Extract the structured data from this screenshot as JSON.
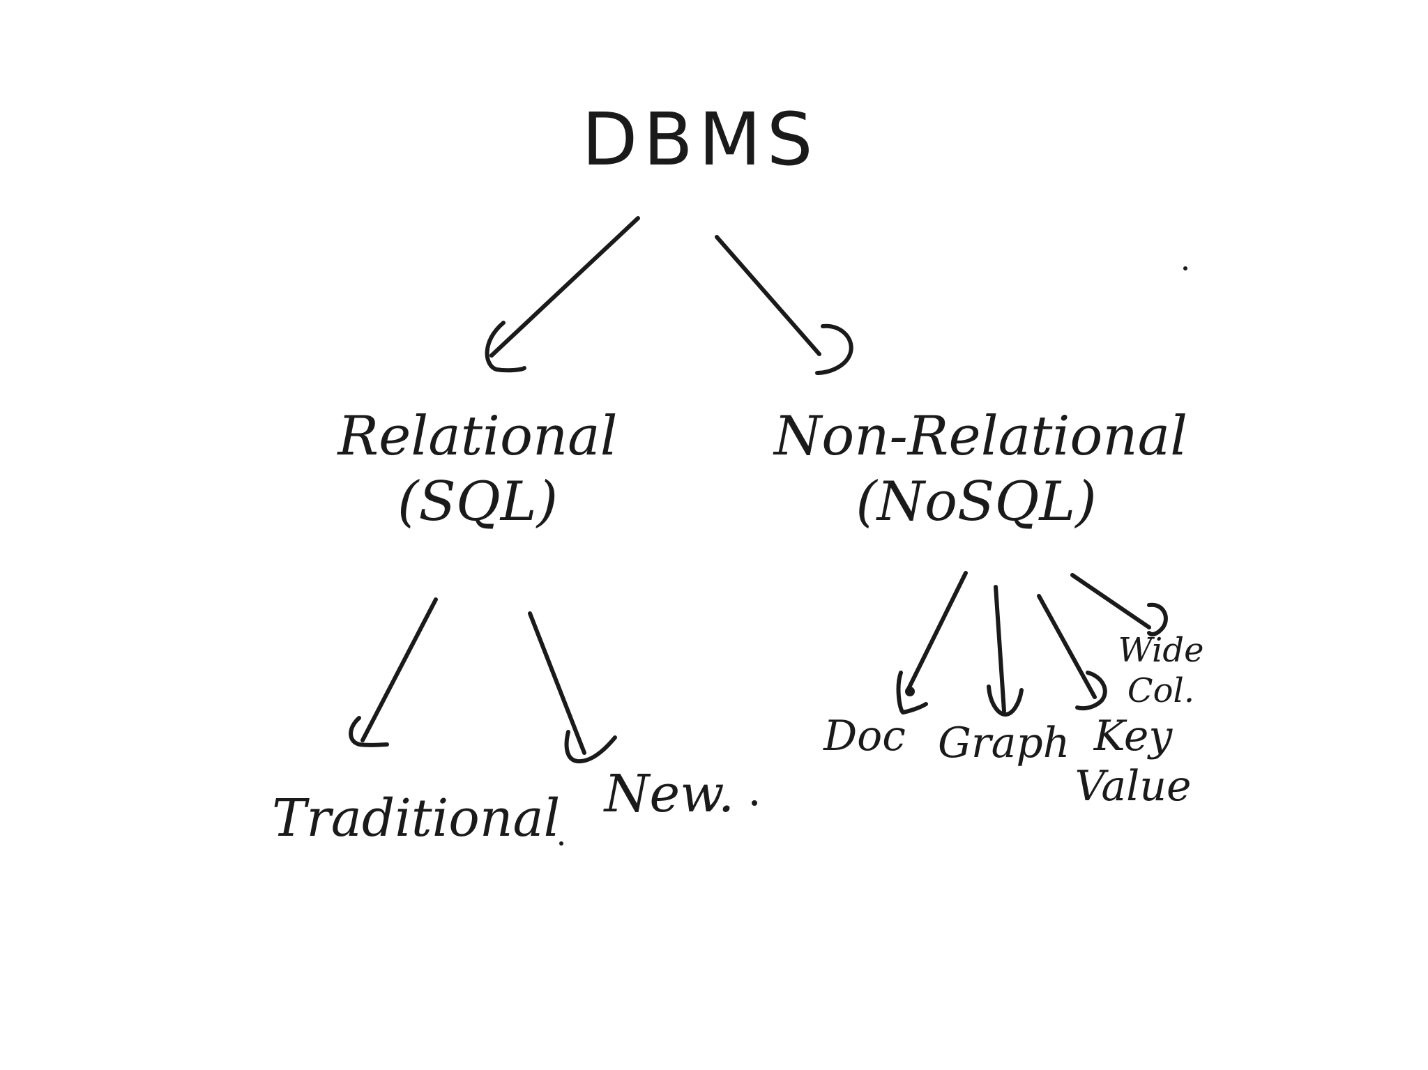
{
  "tree": {
    "root": {
      "label": "DBMS"
    },
    "relational": {
      "line1": "Relational",
      "line2": "(SQL)"
    },
    "non_relational": {
      "line1": "Non-Relational",
      "line2": "(NoSQL)"
    },
    "traditional": {
      "label": "Traditional"
    },
    "new": {
      "label": "New."
    },
    "doc": {
      "label": "Doc"
    },
    "graph": {
      "label": "Graph"
    },
    "key_value": {
      "line1": "Key",
      "line2": "Value"
    },
    "wide_col": {
      "line1": "Wide",
      "line2": "Col."
    }
  },
  "colors": {
    "ink": "#1a1a1a",
    "paper": "#ffffff"
  }
}
